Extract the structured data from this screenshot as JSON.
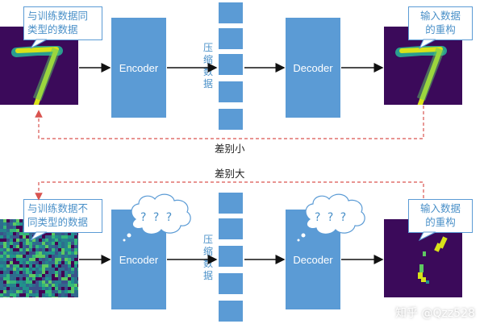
{
  "top": {
    "input_callout": "与训练数据同\n类型的数据",
    "encoder_label": "Encoder",
    "bottleneck_label": "压缩数据",
    "decoder_label": "Decoder",
    "output_callout": "输入数据\n的重构",
    "loss_caption": "差别小"
  },
  "bottom": {
    "input_callout": "与训练数据不\n同类型的数据",
    "encoder_label": "Encoder",
    "encoder_cloud": "? ? ?",
    "bottleneck_label": "压缩数据",
    "decoder_label": "Decoder",
    "decoder_cloud": "? ? ?",
    "output_callout": "输入数据\n的重构",
    "loss_caption": "差别大"
  },
  "watermark": "知乎 @Qzz528",
  "colors": {
    "block": "#5b9bd5",
    "image_bg": "#3b0a5a",
    "digit": "#d8e21a",
    "dashed_line": "#d9534f",
    "callout_text": "#4a90c8"
  }
}
